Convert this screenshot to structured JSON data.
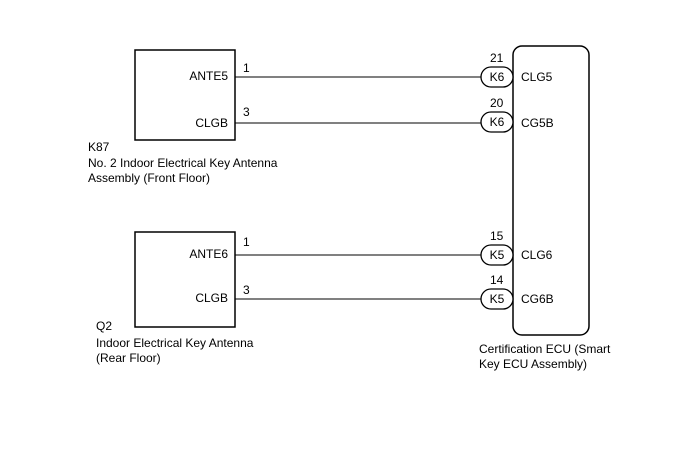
{
  "components": {
    "k87": {
      "id": "K87",
      "name_line1": "No. 2 Indoor Electrical Key Antenna",
      "name_line2": "Assembly (Front Floor)",
      "terminals": [
        {
          "pin": "1",
          "label": "ANTE5"
        },
        {
          "pin": "3",
          "label": "CLGB"
        }
      ]
    },
    "q2": {
      "id": "Q2",
      "name_line1": "Indoor Electrical Key Antenna",
      "name_line2": "(Rear Floor)",
      "terminals": [
        {
          "pin": "1",
          "label": "ANTE6"
        },
        {
          "pin": "3",
          "label": "CLGB"
        }
      ]
    },
    "ecu": {
      "name_line1": "Certification ECU (Smart",
      "name_line2": "Key ECU Assembly)",
      "terminals": [
        {
          "pin": "21",
          "connector": "K6",
          "label": "CLG5"
        },
        {
          "pin": "20",
          "connector": "K6",
          "label": "CG5B"
        },
        {
          "pin": "15",
          "connector": "K5",
          "label": "CLG6"
        },
        {
          "pin": "14",
          "connector": "K5",
          "label": "CG6B"
        }
      ]
    }
  }
}
